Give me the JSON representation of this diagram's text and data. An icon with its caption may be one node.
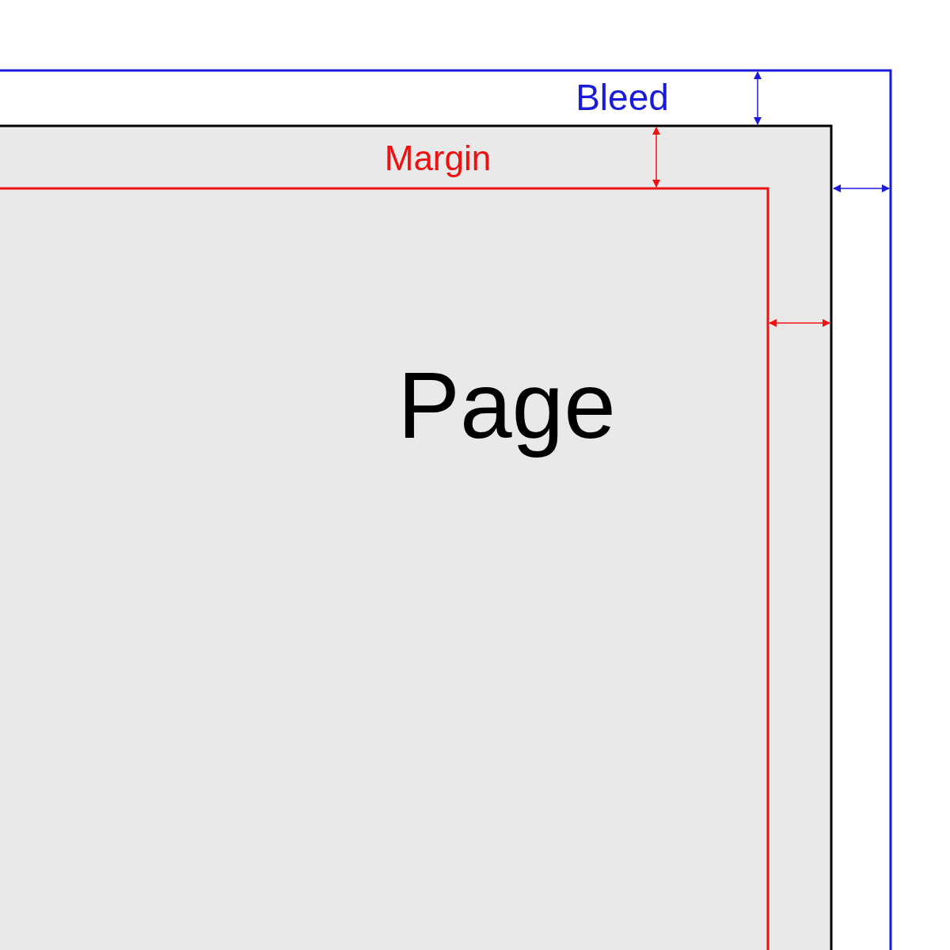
{
  "diagram": {
    "labels": [
      "Bleed",
      "Margin",
      "Page"
    ]
  }
}
